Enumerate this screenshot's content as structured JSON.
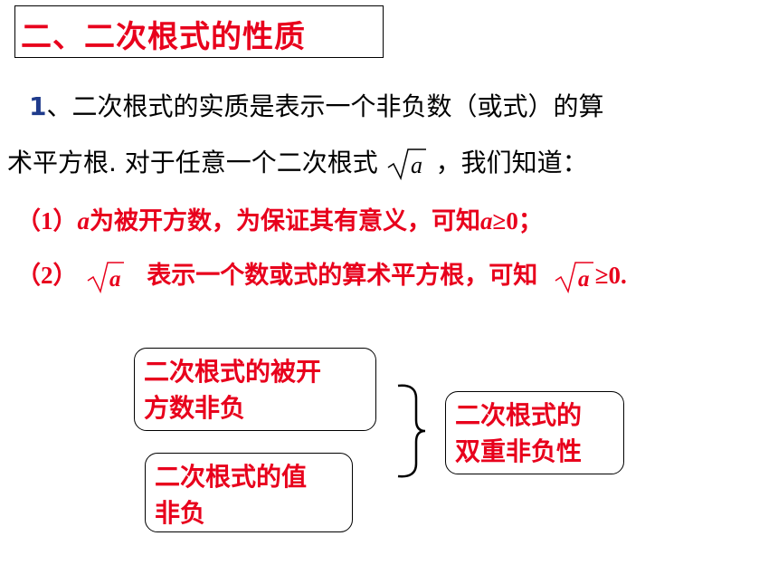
{
  "title": "二、二次根式的性质",
  "para1": {
    "number": "1",
    "line1": "、二次根式的实质是表示一个非负数（或式）的算",
    "line2_pre": "术平方根. 对于任意一个二次根式",
    "line2_sqrt_var": "a",
    "line2_post": "，我们知道："
  },
  "item1": {
    "prefix": "（1）",
    "var": "a",
    "text": "为被开方数，为保证其有意义，可知",
    "cond_var": "a",
    "cond": "≥0；"
  },
  "item2": {
    "prefix": "（2）",
    "sqrt_var": "a",
    "text": "表示一个数或式的算术平方根，可知",
    "sqrt_var2": "a",
    "cond": "≥0."
  },
  "diagram": {
    "box1": [
      "二次根式的被开",
      "方数非负"
    ],
    "box2": [
      "二次根式的值",
      "非负"
    ],
    "box3": [
      "二次根式的",
      "双重非负性"
    ]
  }
}
